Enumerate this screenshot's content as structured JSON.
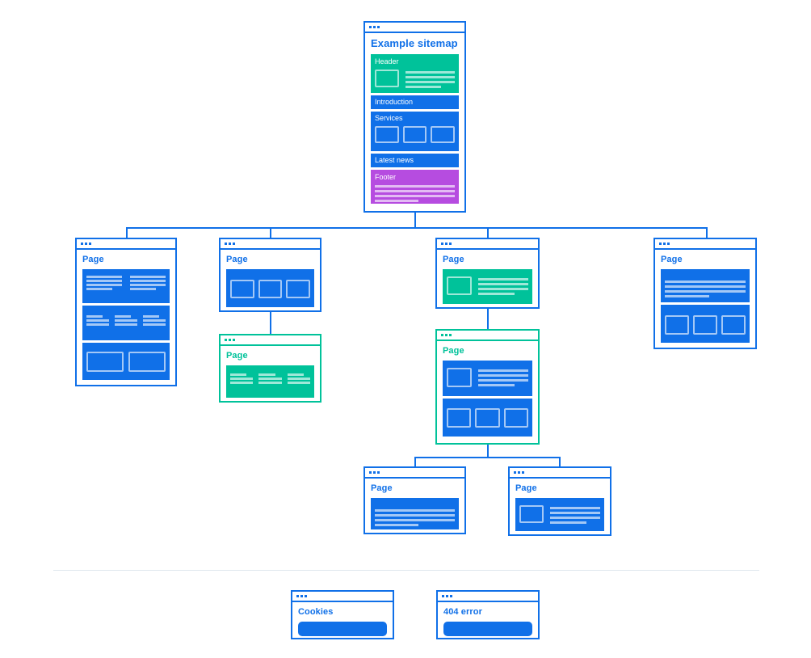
{
  "diagram": {
    "type": "sitemap",
    "colors": {
      "blue": "#1070e8",
      "green": "#00c29a",
      "purple": "#b64ce0",
      "divider": "#dfe7ee",
      "background": "#ffffff"
    }
  },
  "root": {
    "title": "Example sitemap",
    "sections": [
      {
        "label": "Header",
        "color": "green"
      },
      {
        "label": "Introduction",
        "color": "blue"
      },
      {
        "label": "Services",
        "color": "blue"
      },
      {
        "label": "Latest news",
        "color": "blue"
      },
      {
        "label": "Footer",
        "color": "purple"
      }
    ]
  },
  "pages": {
    "col1": {
      "title": "Page"
    },
    "col2": {
      "title": "Page"
    },
    "col2_child": {
      "title": "Page"
    },
    "col3": {
      "title": "Page"
    },
    "col3_child": {
      "title": "Page"
    },
    "col3_grandchild_left": {
      "title": "Page"
    },
    "col3_grandchild_right": {
      "title": "Page"
    },
    "col4": {
      "title": "Page"
    }
  },
  "utility_pages": [
    {
      "title": "Cookies"
    },
    {
      "title": "404 error"
    }
  ]
}
